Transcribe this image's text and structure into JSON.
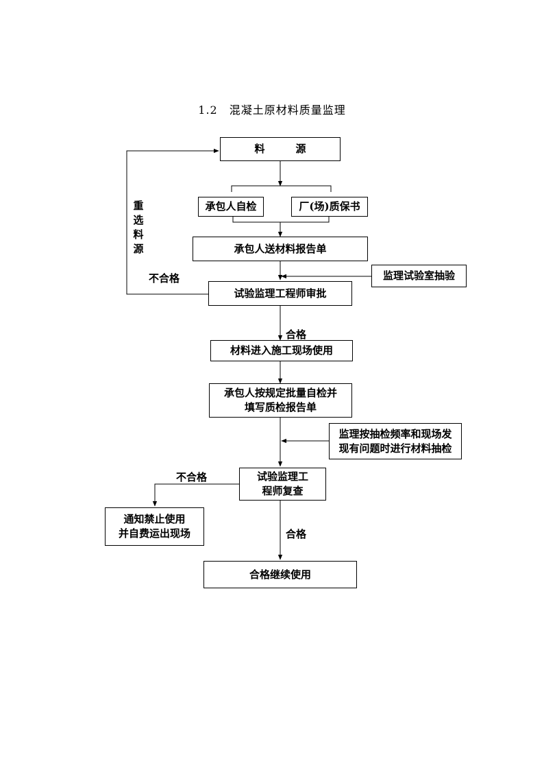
{
  "title": "1.2　混凝土原材料质量监理",
  "nodes": {
    "source": "料　　　源",
    "self_check": "承包人自检",
    "factory_cert": "厂(场)质保书",
    "report_sheet": "承包人送材料报告单",
    "lab_sampling": "监理试验室抽验",
    "engineer_approval": "试验监理工程师审批",
    "material_enter": "材料进入施工现场使用",
    "batch_check": {
      "line1": "承包人按规定批量自检并",
      "line2": "填写质检报告单"
    },
    "random_check": {
      "line1": "监理按抽检频率和现场发",
      "line2": "现有问题时进行材料抽检"
    },
    "engineer_review": {
      "line1": "试验监理工",
      "line2": "程师复查"
    },
    "notify_ban": {
      "line1": "通知禁止使用",
      "line2": "并自费运出现场"
    },
    "continue_use": "合格继续使用"
  },
  "edge_labels": {
    "reselect": [
      "重",
      "选",
      "料",
      "源"
    ],
    "fail_1": "不合格",
    "pass_1": "合格",
    "fail_2": "不合格",
    "pass_2": "合格"
  }
}
